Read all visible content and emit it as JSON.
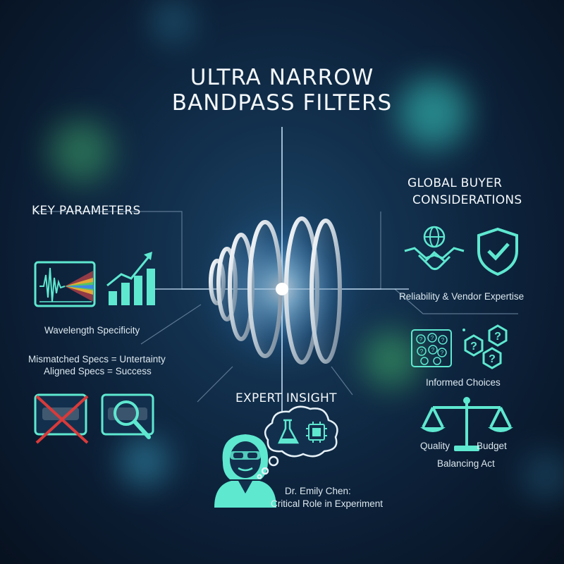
{
  "title": {
    "line1": "ULTRA NARROW",
    "line2": "BANDPASS FILTERS"
  },
  "key_parameters": {
    "heading": "KEY PARAMETERS",
    "wavelength": "Wavelength Specificity",
    "mismatched": "Mismatched Specs = Untertainty",
    "aligned": "Aligned Specs = Success"
  },
  "global_buyer": {
    "heading_line1": "GLOBAL BUYER",
    "heading_line2": "CONSIDERATIONS",
    "reliability": "Reliability & Vendor Expertise",
    "informed": "Informed Choices",
    "quality": "Quality",
    "budget": "Budget",
    "balancing": "Balancing Act"
  },
  "expert": {
    "heading": "EXPERT INSIGHT",
    "name": "Dr. Emily Chen:",
    "role": "Critical Role in Experiment"
  },
  "colors": {
    "accent": "#5ee8d0",
    "cross": "#d93a3a",
    "text": "#e6f1f7"
  },
  "icons": [
    "spectrum-monitor-icon",
    "bar-chart-growth-icon",
    "handshake-globe-icon",
    "shield-check-icon",
    "question-circuit-board-icon",
    "question-hexagons-icon",
    "balance-scale-icon",
    "crossed-out-screen-icon",
    "magnifier-screen-icon",
    "scientist-avatar-icon",
    "thought-bubble-icon"
  ]
}
